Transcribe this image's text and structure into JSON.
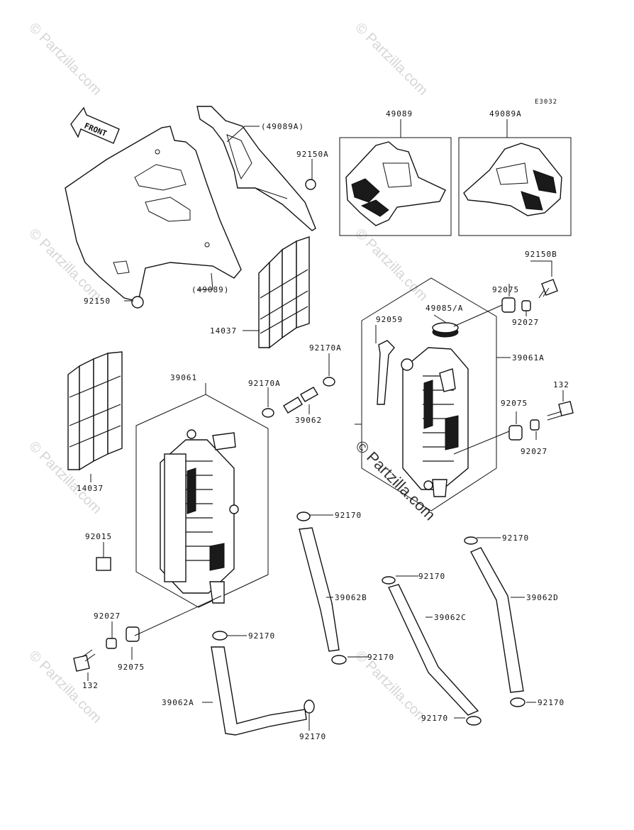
{
  "diagram": {
    "code": "E3032",
    "front_label": "FRONT",
    "watermark": "© Partzilla.com",
    "watermark_main": "© Partzilla.com"
  },
  "labels": {
    "l_49089a_top": "(49089A)",
    "l_92150a": "92150A",
    "l_49089_inset": "49089",
    "l_49089a_inset": "49089A",
    "l_49089_left": "(49089)",
    "l_92150": "92150",
    "l_14037_mid": "14037",
    "l_92150b": "92150B",
    "l_92075_top": "92075",
    "l_49085": "49085/A",
    "l_92059": "92059",
    "l_92027_top": "92027",
    "l_92170a_right": "92170A",
    "l_39061a": "39061A",
    "l_132_right": "132",
    "l_39061": "39061",
    "l_92170a_left": "92170A",
    "l_39062": "39062",
    "l_92075_right": "92075",
    "l_92027_right": "92027",
    "l_14037_left": "14037",
    "l_92170_1": "92170",
    "l_92170_2": "92170",
    "l_92170_3": "92170",
    "l_92015": "92015",
    "l_39062b": "39062B",
    "l_39062c": "39062C",
    "l_39062d": "39062D",
    "l_92027_left": "92027",
    "l_92170_4": "92170",
    "l_92075_left": "92075",
    "l_92170_5": "92170",
    "l_132_left": "132",
    "l_39062a": "39062A",
    "l_92170_6": "92170",
    "l_92170_7": "92170",
    "l_92170_8": "92170"
  }
}
